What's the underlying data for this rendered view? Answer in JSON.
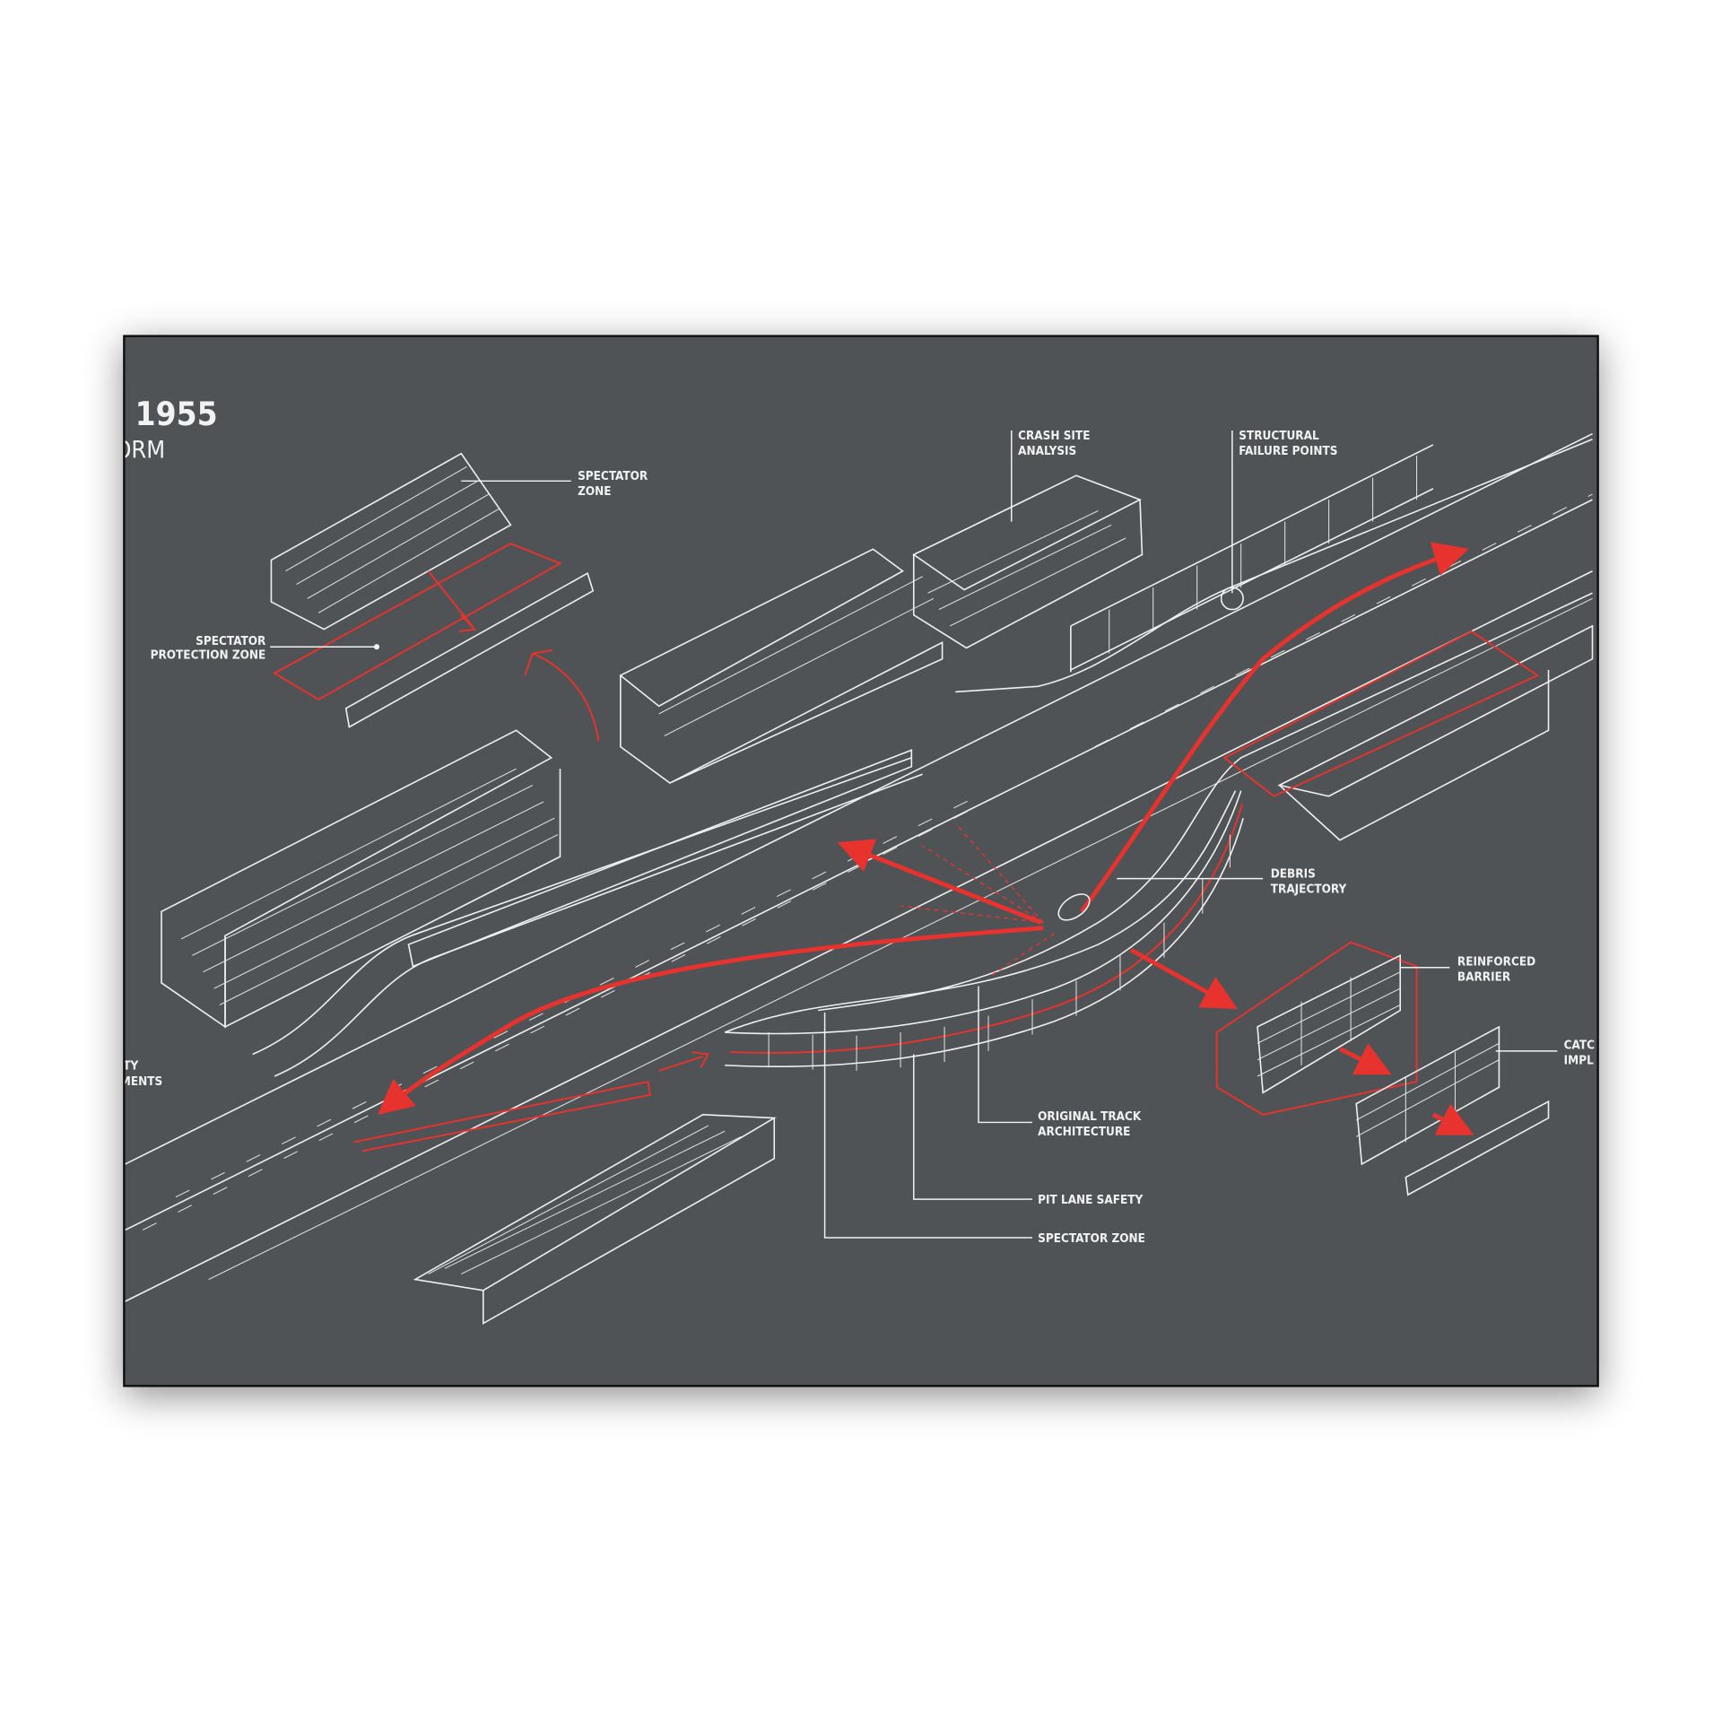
{
  "title": {
    "year": "1955",
    "subtitle_fragment": "ORM"
  },
  "colors": {
    "background": "#505355",
    "linework": "#f0f0f0",
    "accent": "#e8322e",
    "frame": "#111111"
  },
  "labels": {
    "spectator_zone_top": [
      "SPECTATOR",
      "ZONE"
    ],
    "spectator_protection_zone": [
      "SPECTATOR",
      "PROTECTION ZONE"
    ],
    "crash_site_analysis": [
      "CRASH SITE",
      "ANALYSIS"
    ],
    "structural_failure_points": [
      "STRUCTURAL",
      "FAILURE POINTS"
    ],
    "debris_trajectory": [
      "DEBRIS",
      "TRAJECTORY"
    ],
    "reinforced_barrier": [
      "REINFORCED",
      "BARRIER"
    ],
    "catch_fragment": [
      "CATC",
      "IMPL"
    ],
    "left_fragment": [
      "TY",
      "MENTS"
    ],
    "original_track_architecture": [
      "ORIGINAL TRACK",
      "ARCHITECTURE"
    ],
    "pit_lane_safety": "PIT LANE SAFETY",
    "spectator_zone_bottom": "SPECTATOR ZONE"
  }
}
